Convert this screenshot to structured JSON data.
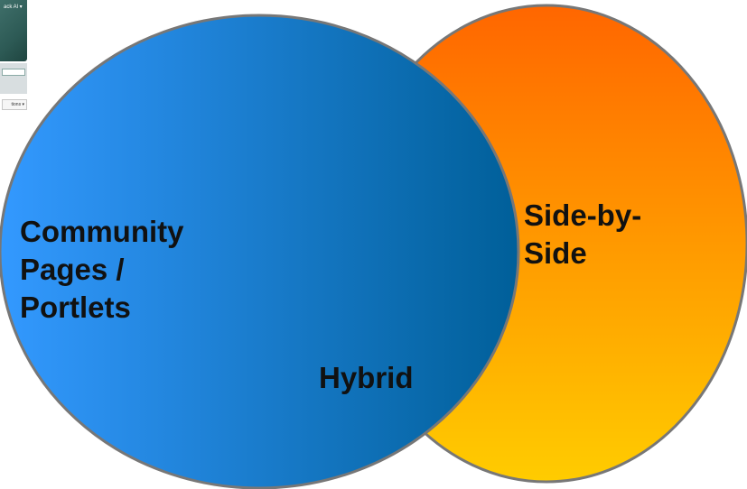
{
  "thumbnail": {
    "header_text": "ack Al ▾",
    "option_text": "tions ▾"
  },
  "venn": {
    "left_label": [
      "Community",
      "Pages /",
      "Portlets"
    ],
    "right_label": [
      "Side-by-",
      "Side"
    ],
    "overlap_label": "Hybrid",
    "colors": {
      "left_light": "#3399ff",
      "left_dark": "#005f99",
      "right_top": "#ff6600",
      "right_bottom": "#ffcc00",
      "outline": "#777777"
    }
  }
}
